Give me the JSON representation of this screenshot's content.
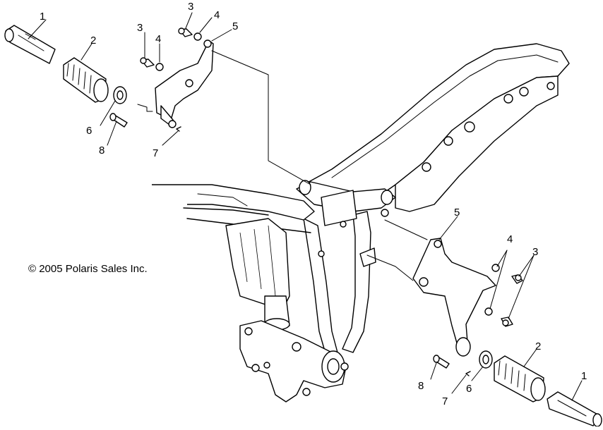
{
  "copyright": "© 2005 Polaris Sales Inc.",
  "callouts": {
    "tl_1": "1",
    "tl_2": "2",
    "tl_3a": "3",
    "tl_3b": "3",
    "tl_4a": "4",
    "tl_4b": "4",
    "tl_5": "5",
    "tl_6": "6",
    "tl_7": "7",
    "tl_8": "8",
    "br_1": "1",
    "br_2": "2",
    "br_3": "3",
    "br_4": "4",
    "br_5": "5",
    "br_6": "6",
    "br_7": "7",
    "br_8": "8"
  }
}
